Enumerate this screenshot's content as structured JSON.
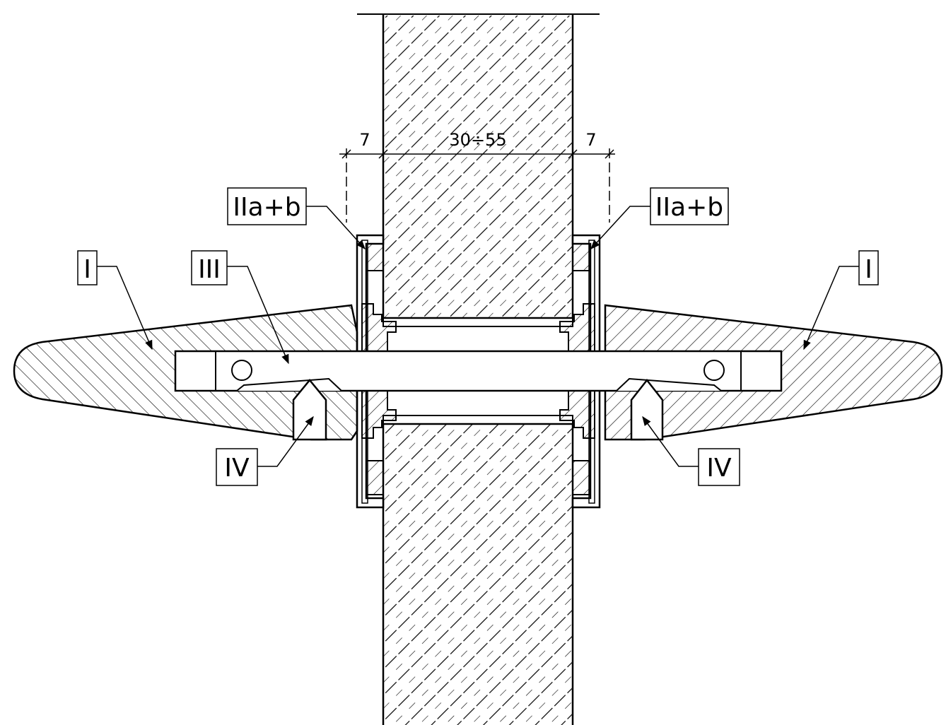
{
  "dimensions": {
    "left_gap": "7",
    "wall_thickness": "30÷55",
    "right_gap": "7"
  },
  "labels": {
    "left_handle": "I",
    "right_handle": "I",
    "left_seal": "IIa+b",
    "right_seal": "IIa+b",
    "spindle": "III",
    "left_lock": "IV",
    "right_lock": "IV"
  },
  "colors": {
    "line": "#000000",
    "background": "#ffffff"
  }
}
